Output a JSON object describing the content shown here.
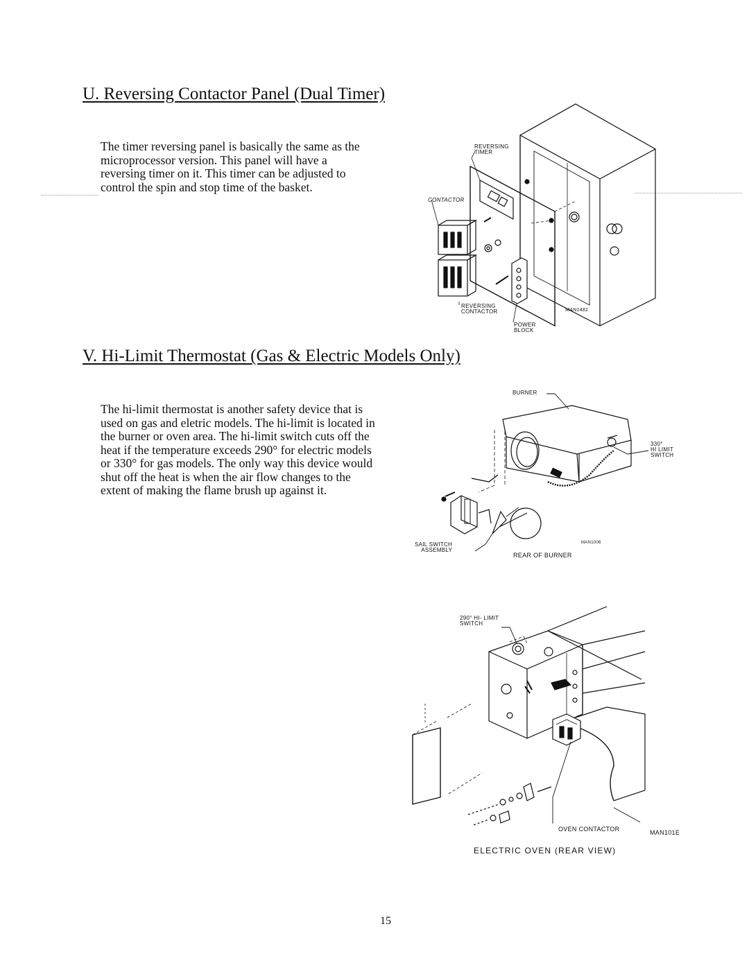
{
  "section_u": {
    "heading": "U. Reversing Contactor Panel (Dual Timer)",
    "lines": [
      "The timer reversing panel is basically the same as the",
      "microprocessor version. This panel will have a",
      "reversing timer on it. This timer can be adjusted to",
      "control the spin and stop time of the basket."
    ],
    "figure": {
      "label_reversing_timer": [
        "REVERSING",
        "TIMER"
      ],
      "label_contactor": "CONTACTOR",
      "label_reversing_contactor": [
        "REVERSING",
        "CONTACTOR"
      ],
      "label_power_block": [
        "POWER",
        "BLOCK"
      ],
      "drawing_id": "MAN1481"
    }
  },
  "section_v": {
    "heading": "V. Hi-Limit Thermostat (Gas & Electric Models Only)",
    "lines": [
      "The hi-limit thermostat is another safety device that is",
      "used on gas and eletric models. The hi-limit is located in",
      "the burner or oven area. The hi-limit switch cuts off the",
      "heat if the temperature exceeds 290° for electric models",
      "or 330° for gas models. The only way this device would",
      "shut off the heat is when the air flow changes to the",
      "extent of making the flame brush up against it."
    ],
    "burner_figure": {
      "label_burner": "BURNER",
      "label_hi_limit": [
        "330°",
        "HI LIMIT",
        "SWITCH"
      ],
      "label_sail_switch": [
        "SAIL SWITCH",
        "ASSEMBLY"
      ],
      "drawing_id": "MAN1006",
      "caption": "REAR OF BURNER"
    },
    "oven_figure": {
      "label_hi_limit": [
        "290° HI- LIMIT",
        "SWITCH"
      ],
      "label_oven_contactor": "OVEN CONTACTOR",
      "drawing_id": "MAN101E",
      "caption": "ELECTRIC OVEN (REAR VIEW)"
    }
  },
  "page_number": "15"
}
